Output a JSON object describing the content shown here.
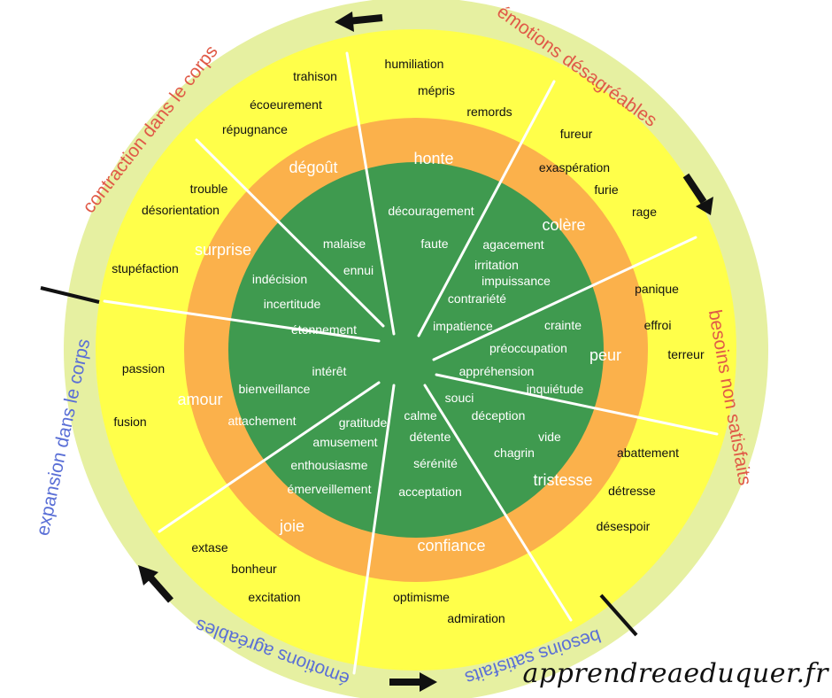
{
  "colors": {
    "outer_ring": "#e6f0a1",
    "yellow_ring": "#ffff4a",
    "orange_ring": "#fbb14b",
    "green_core": "#3f9a4f",
    "divider": "#ffffff",
    "black_text": "#111111",
    "red_text": "#e05a47",
    "blue_text": "#5a6fd6",
    "arrow": "#111111"
  },
  "outer_labels": {
    "contraction": "contraction dans le corps",
    "desagreables": "émotions désagréables",
    "non_satisfaits": "besoins non satisfaits",
    "satisfaits": "besoins satisfaits",
    "agreables": "émotions agréables",
    "expansion": "expansion dans le corps"
  },
  "sectors": {
    "honte": {
      "core": "honte",
      "outer": [
        "humiliation",
        "mépris",
        "remords"
      ],
      "inner": [
        "découragement",
        "faute"
      ]
    },
    "colere": {
      "core": "colère",
      "outer": [
        "fureur",
        "exaspération",
        "furie",
        "rage"
      ],
      "inner": [
        "agacement",
        "irritation",
        "impuissance",
        "contrariété",
        "impatience"
      ]
    },
    "peur": {
      "core": "peur",
      "outer": [
        "panique",
        "effroi",
        "terreur"
      ],
      "inner": [
        "crainte",
        "préoccupation",
        "appréhension",
        "inquiétude"
      ]
    },
    "tristesse": {
      "core": "tristesse",
      "outer": [
        "abattement",
        "détresse",
        "désespoir"
      ],
      "inner": [
        "souci",
        "déception",
        "vide",
        "chagrin"
      ]
    },
    "confiance": {
      "core": "confiance",
      "outer": [
        "optimisme",
        "admiration"
      ],
      "inner": [
        "calme",
        "détente",
        "sérénité",
        "acceptation"
      ]
    },
    "joie": {
      "core": "joie",
      "outer": [
        "extase",
        "bonheur",
        "excitation"
      ],
      "inner": [
        "gratitude",
        "amusement",
        "enthousiasme",
        "émerveillement"
      ]
    },
    "amour": {
      "core": "amour",
      "outer": [
        "passion",
        "fusion"
      ],
      "inner": [
        "intérêt",
        "bienveillance",
        "attachement"
      ]
    },
    "surprise": {
      "core": "surprise",
      "outer": [
        "trouble",
        "désorientation",
        "stupéfaction"
      ],
      "inner": [
        "indécision",
        "incertitude",
        "étonnement"
      ]
    },
    "degout": {
      "core": "dégoût",
      "outer": [
        "trahison",
        "écoeurement",
        "répugnance"
      ],
      "inner": [
        "malaise",
        "ennui"
      ]
    }
  },
  "signature": "apprendreaeduquer.fr"
}
